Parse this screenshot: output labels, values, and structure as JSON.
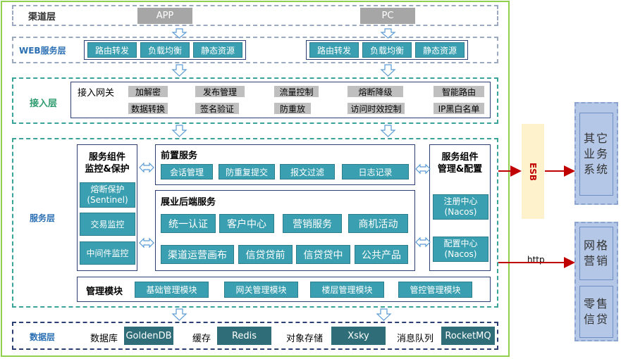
{
  "channel": {
    "label": "渠道层",
    "app": "APP",
    "pc": "PC"
  },
  "web": {
    "label": "WEB服务层",
    "left": [
      "路由转发",
      "负载均衡",
      "静态资源"
    ],
    "right": [
      "路由转发",
      "负载均衡",
      "静态资源"
    ]
  },
  "gateway": {
    "label": "接入层",
    "title": "接入网关",
    "row1": [
      "加解密",
      "发布管理",
      "流量控制",
      "熔断降级",
      "智能路由"
    ],
    "row2": [
      "数据转换",
      "签名验证",
      "防重放",
      "访问时效控制",
      "IP黑白名单"
    ]
  },
  "service": {
    "label": "服务层",
    "left_title": "服务组件\n监控&保护",
    "left_items": [
      "熔断保护\n(Sentinel)",
      "交易监控",
      "中间件监控"
    ],
    "front": {
      "title": "前置服务",
      "items": [
        "会话管理",
        "防重复提交",
        "报文过滤",
        "日志记录"
      ]
    },
    "backend": {
      "title": "展业后端服务",
      "row1": [
        "统一认证",
        "客户中心",
        "营销服务",
        "商机活动"
      ],
      "row2": [
        "渠道运营画布",
        "信贷贷前",
        "信贷贷中",
        "公共产品"
      ]
    },
    "right_title": "服务组件\n管理&配置",
    "right_items": [
      "注册中心\n(Nacos)",
      "配置中心\n(Nacos)"
    ],
    "mgmt": {
      "title": "管理模块",
      "items": [
        "基础管理模块",
        "网关管理模块",
        "楼层管理模块",
        "管控管理模块"
      ]
    }
  },
  "data": {
    "label": "数据层",
    "items": [
      {
        "label": "数据库",
        "value": "GoldenDB"
      },
      {
        "label": "缓存",
        "value": "Redis"
      },
      {
        "label": "对象存储",
        "value": "Xsky"
      },
      {
        "label": "消息队列",
        "value": "RocketMQ"
      }
    ]
  },
  "esb": "ESB",
  "http": "http",
  "external": {
    "other": "其它\n业务\n系统",
    "marketing": "网格\n营销",
    "lending": "零售\n信贷"
  },
  "colors": {
    "frame": "#8fd14f",
    "teal": "#3aa39a",
    "navy": "#2c3f74",
    "button": "#3a9fb0",
    "arrow": "#c00000"
  }
}
